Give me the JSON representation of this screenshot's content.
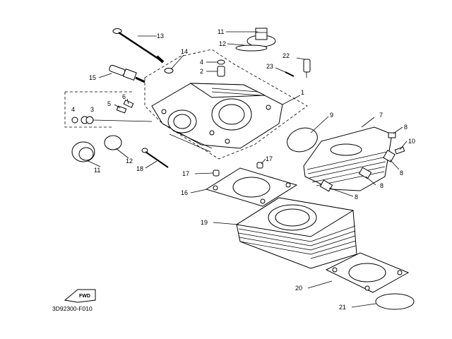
{
  "diagram": {
    "code": "3D92300-F010",
    "fwd_label": "FWD",
    "callouts": [
      {
        "id": "c13",
        "text": "13"
      },
      {
        "id": "c11a",
        "text": "11"
      },
      {
        "id": "c12a",
        "text": "12"
      },
      {
        "id": "c14",
        "text": "14"
      },
      {
        "id": "c4a",
        "text": "4"
      },
      {
        "id": "c2",
        "text": "2"
      },
      {
        "id": "c22",
        "text": "22"
      },
      {
        "id": "c23",
        "text": "23"
      },
      {
        "id": "c15",
        "text": "15"
      },
      {
        "id": "c1",
        "text": "1"
      },
      {
        "id": "c6",
        "text": "6"
      },
      {
        "id": "c5",
        "text": "5"
      },
      {
        "id": "c4b",
        "text": "4"
      },
      {
        "id": "c3",
        "text": "3"
      },
      {
        "id": "c9",
        "text": "9"
      },
      {
        "id": "c7",
        "text": "7"
      },
      {
        "id": "c8a",
        "text": "8"
      },
      {
        "id": "c10",
        "text": "10"
      },
      {
        "id": "c8b",
        "text": "8"
      },
      {
        "id": "c8c",
        "text": "8"
      },
      {
        "id": "c8d",
        "text": "8"
      },
      {
        "id": "c11b",
        "text": "11"
      },
      {
        "id": "c12b",
        "text": "12"
      },
      {
        "id": "c18",
        "text": "18"
      },
      {
        "id": "c17a",
        "text": "17"
      },
      {
        "id": "c17b",
        "text": "17"
      },
      {
        "id": "c16",
        "text": "16"
      },
      {
        "id": "c19",
        "text": "19"
      },
      {
        "id": "c20",
        "text": "20"
      },
      {
        "id": "c21",
        "text": "21"
      }
    ]
  }
}
